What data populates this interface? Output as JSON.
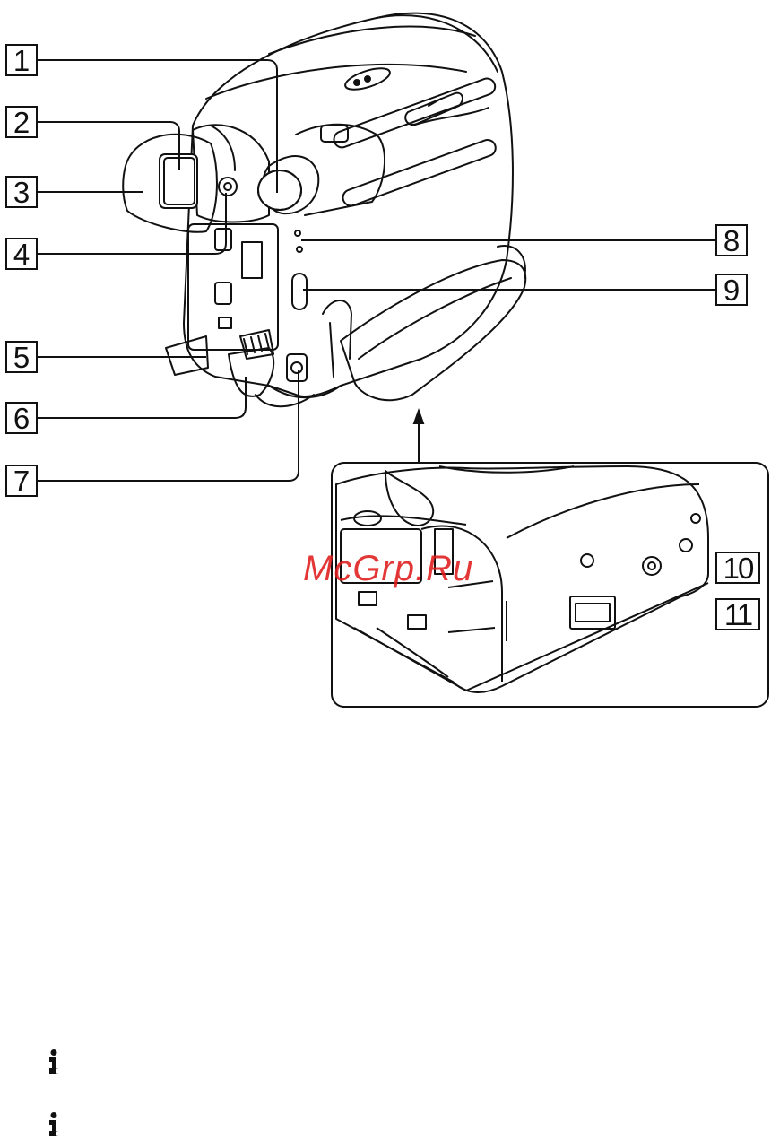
{
  "callouts": [
    {
      "id": 1,
      "label": "1"
    },
    {
      "id": 2,
      "label": "2"
    },
    {
      "id": 3,
      "label": "3"
    },
    {
      "id": 4,
      "label": "4"
    },
    {
      "id": 5,
      "label": "5"
    },
    {
      "id": 6,
      "label": "6"
    },
    {
      "id": 7,
      "label": "7"
    },
    {
      "id": 8,
      "label": "8"
    },
    {
      "id": 9,
      "label": "9"
    },
    {
      "id": 10,
      "label": "10"
    },
    {
      "id": 11,
      "label": "11"
    }
  ],
  "watermark": "McGrp.Ru",
  "notes": [
    {
      "icon": "note-icon"
    },
    {
      "icon": "note-icon"
    }
  ]
}
